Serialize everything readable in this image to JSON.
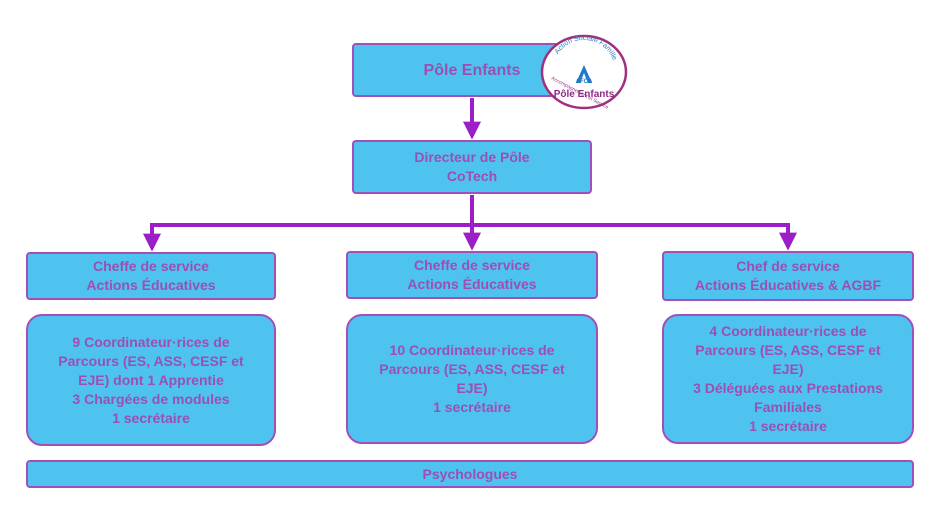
{
  "colors": {
    "box_fill": "#4fc3f0",
    "box_border": "#a050b8",
    "text": "#9c4fb3",
    "connector": "#9b1ec7"
  },
  "top": {
    "title": "Pôle Enfants"
  },
  "logo": {
    "arc_text": "Action Sociale Famille",
    "side_text": "Accompagnement et Service",
    "initials": "AFCA",
    "caption": "Pôle Enfants"
  },
  "director": {
    "line1": "Directeur de Pôle",
    "line2": "CoTech"
  },
  "services": [
    {
      "head_line1": "Cheffe de service",
      "head_line2": "Actions Éducatives",
      "details": [
        "9 Coordinateur·rices de",
        "Parcours (ES, ASS, CESF et",
        "EJE) dont 1 Apprentie",
        "3 Chargées de modules",
        "1 secrétaire"
      ]
    },
    {
      "head_line1": "Cheffe de service",
      "head_line2": "Actions Éducatives",
      "details": [
        "10 Coordinateur·rices de",
        "Parcours (ES, ASS, CESF et",
        "EJE)",
        "1 secrétaire"
      ]
    },
    {
      "head_line1": "Chef de service",
      "head_line2": "Actions Éducatives & AGBF",
      "details": [
        "4 Coordinateur·rices de",
        "Parcours (ES, ASS, CESF et",
        "EJE)",
        "3 Déléguées aux Prestations",
        "Familiales",
        "1 secrétaire"
      ]
    }
  ],
  "psychologues": "Psychologues"
}
